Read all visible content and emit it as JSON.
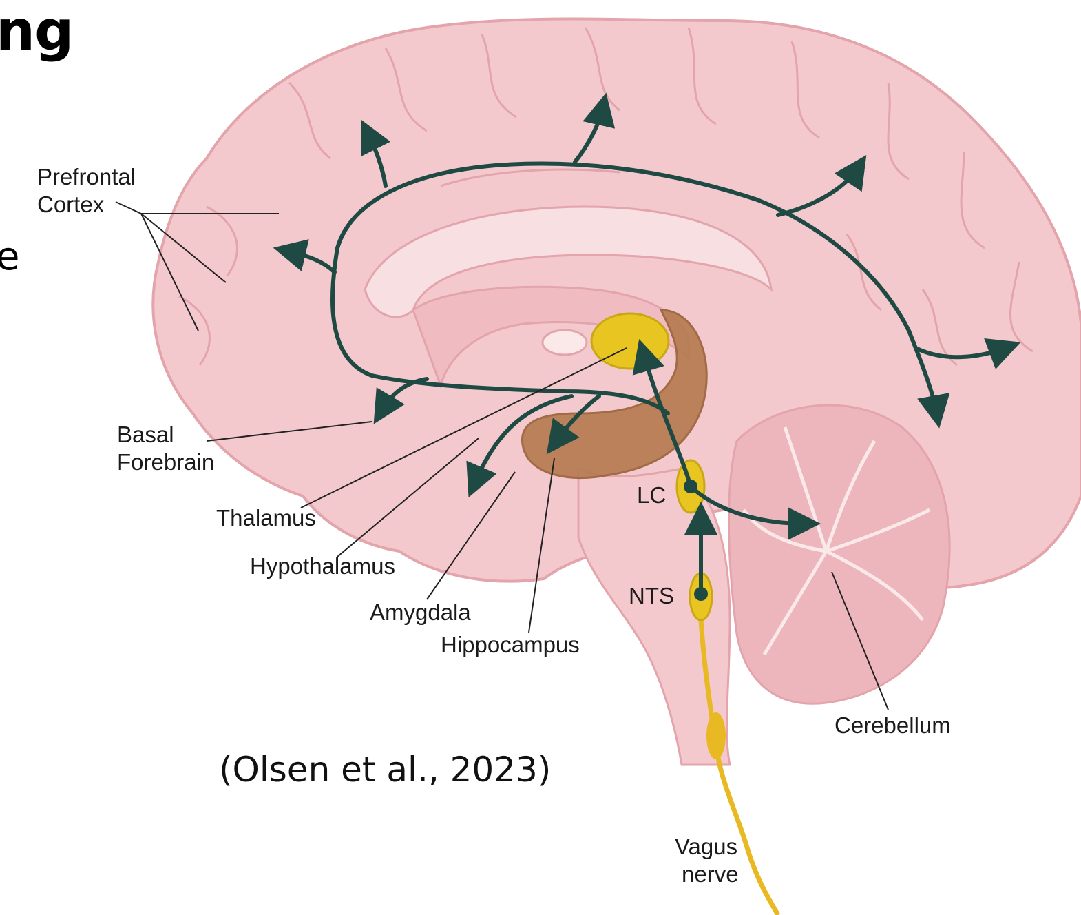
{
  "slide": {
    "title_fragment": "ng",
    "body_fragment": "e"
  },
  "citation": "(Olsen et al., 2023)",
  "labels": {
    "prefrontal_cortex_line1": "Prefrontal",
    "prefrontal_cortex_line2": "Cortex",
    "basal_forebrain_line1": "Basal",
    "basal_forebrain_line2": "Forebrain",
    "thalamus": "Thalamus",
    "hypothalamus": "Hypothalamus",
    "amygdala": "Amygdala",
    "hippocampus": "Hippocampus",
    "lc": "LC",
    "nts": "NTS",
    "cerebellum": "Cerebellum",
    "vagus_nerve_line1": "Vagus",
    "vagus_nerve_line2": "nerve"
  },
  "colors": {
    "brain_fill": "#f3c9cd",
    "brain_stroke": "#e3a4ab",
    "inner_fill": "#f8dfe1",
    "pathway": "#1f4a44",
    "thalamus_fill": "#e8c521",
    "hippocampus_fill": "#b47a4f",
    "vagus": "#e8b923"
  }
}
